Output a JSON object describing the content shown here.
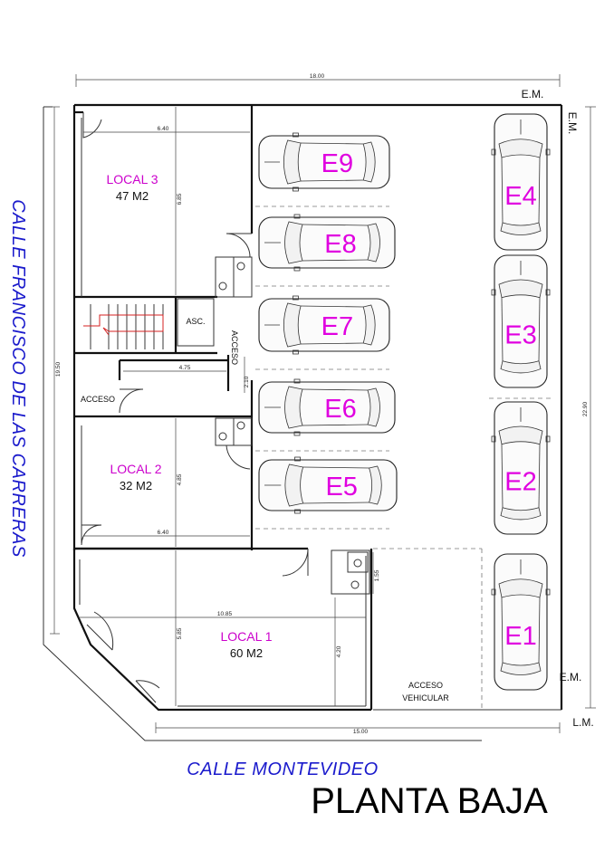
{
  "title": "PLANTA BAJA",
  "streets": {
    "side": "CALLE FRANCISCO DE LAS CARRERAS",
    "front": "CALLE MONTEVIDEO"
  },
  "units": [
    {
      "name": "LOCAL 3",
      "area": "47 M2"
    },
    {
      "name": "LOCAL 2",
      "area": "32 M2"
    },
    {
      "name": "LOCAL 1",
      "area": "60 M2"
    }
  ],
  "labels": {
    "elevator": "ASC.",
    "access": "ACCESO",
    "access_vertical": "ACCESO",
    "vehicle_access_1": "ACCESO",
    "vehicle_access_2": "VEHICULAR"
  },
  "markers": {
    "em_top": "E.M.",
    "em_right_top": "E.M.",
    "em_right_bottom": "E.M.",
    "lm": "L.M."
  },
  "dimensions": {
    "top_total": "18.00",
    "bottom_total": "15.00",
    "left_total": "19.50",
    "right_total": "22.90",
    "local3_width": "6.40",
    "local3_depth": "6.85",
    "corridor_width": "4.75",
    "local2_width": "6.40",
    "local2_depth": "4.85",
    "local1_width": "10.85",
    "local1_depth": "5.85",
    "local1_inner": "4.20",
    "service_depth": "1.55",
    "stair_gap": "2.10"
  },
  "parking": {
    "left_column": [
      "E9",
      "E8",
      "E7",
      "E6",
      "E5"
    ],
    "right_column": [
      "E4",
      "E3",
      "E2",
      "E1"
    ]
  }
}
